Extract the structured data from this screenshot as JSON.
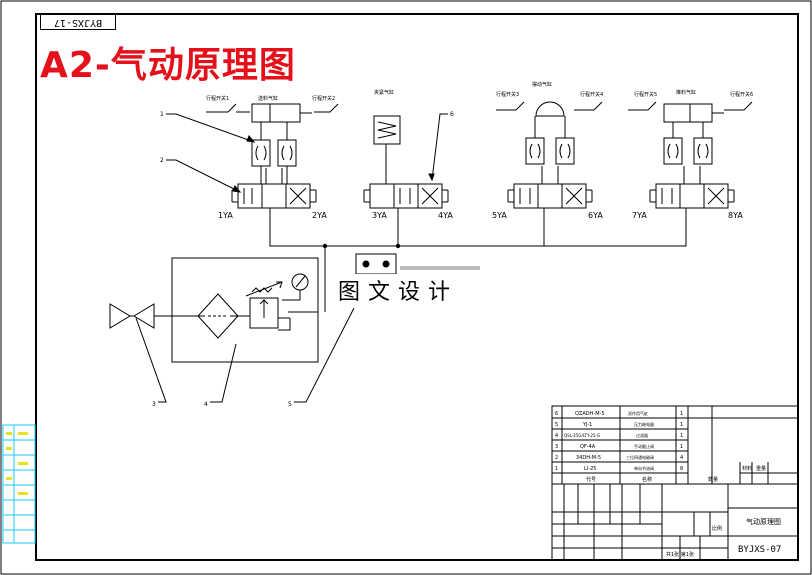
{
  "drawing": {
    "banner_title": "A2-气动原理图",
    "drawing_number_rotated": "BYJXS-17",
    "watermark": "图文设计",
    "drawing_code": "BYJXS-07",
    "drawing_name": "气动原理图"
  },
  "valves": [
    {
      "left_coil": "1YA",
      "right_coil": "2YA",
      "actuator": "送料气缸",
      "switch_left": "行程开关1",
      "switch_right": "行程开关2"
    },
    {
      "left_coil": "3YA",
      "right_coil": "4YA",
      "actuator": "夹紧气缸",
      "switch_left": "",
      "switch_right": ""
    },
    {
      "left_coil": "5YA",
      "right_coil": "6YA",
      "actuator": "摆动气缸",
      "switch_left": "行程开关3",
      "switch_right": "行程开关4"
    },
    {
      "left_coil": "7YA",
      "right_coil": "8YA",
      "actuator": "推料气缸",
      "switch_left": "行程开关5",
      "switch_right": "行程开关6"
    }
  ],
  "callouts": [
    "1",
    "2",
    "3",
    "4",
    "5",
    "6"
  ],
  "parts_table": {
    "rows": [
      {
        "no": "6",
        "code": "QZADH-M-5",
        "name": "双作用气缸",
        "qty": "1"
      },
      {
        "no": "5",
        "code": "YJ-1",
        "name": "压力继电器",
        "qty": "1"
      },
      {
        "no": "4",
        "code": "QSL-25G/LTY-25-G",
        "name": "过滤器",
        "qty": "1"
      },
      {
        "no": "3",
        "code": "QF-4A",
        "name": "手动截止阀",
        "qty": "1"
      },
      {
        "no": "2",
        "code": "34DH-M-5",
        "name": "三位四通电磁阀",
        "qty": "4"
      },
      {
        "no": "1",
        "code": "LI-25",
        "name": "单向节流阀",
        "qty": "8"
      }
    ],
    "header": {
      "code": "代号",
      "name": "名称",
      "qty": "数量",
      "material": "材料",
      "weight": "重量",
      "scale": "比例"
    },
    "sheet_info": "共1张 第1张"
  }
}
